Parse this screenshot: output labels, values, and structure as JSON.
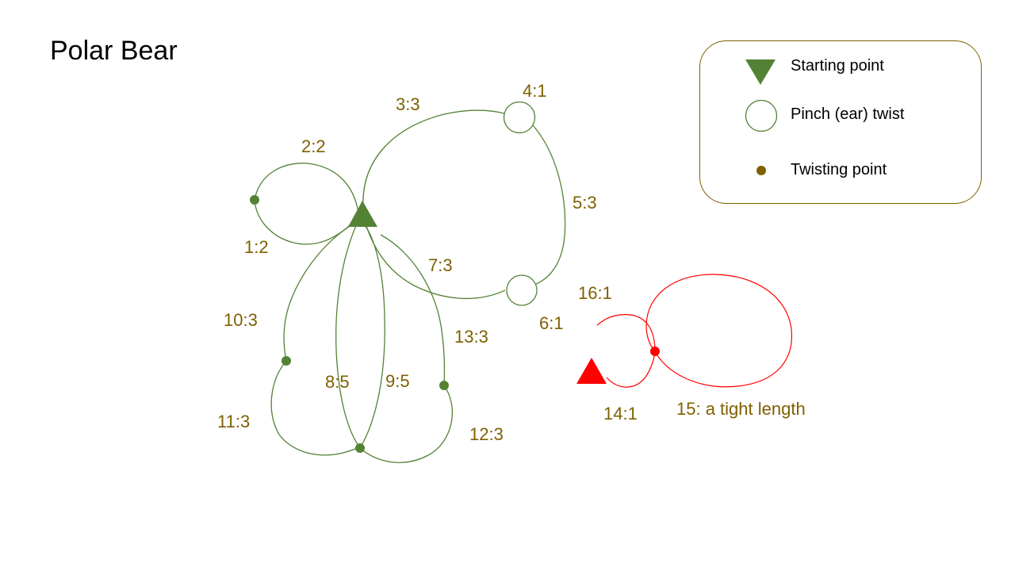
{
  "title": "Polar Bear",
  "legend": {
    "starting_point": "Starting point",
    "pinch_twist": "Pinch (ear) twist",
    "twisting_point": "Twisting point"
  },
  "labels": {
    "s1": "1:2",
    "s2": "2:2",
    "s3": "3:3",
    "s4": "4:1",
    "s5": "5:3",
    "s6": "6:1",
    "s7": "7:3",
    "s8": "8:5",
    "s9": "9:5",
    "s10": "10:3",
    "s11": "11:3",
    "s12": "12:3",
    "s13": "13:3",
    "s14": "14:1",
    "s15": "15: a tight length",
    "s16": "16:1"
  },
  "colors": {
    "green": "#548235",
    "red": "#ff0000",
    "label": "#7f6000",
    "legend_border": "#7f6000"
  }
}
